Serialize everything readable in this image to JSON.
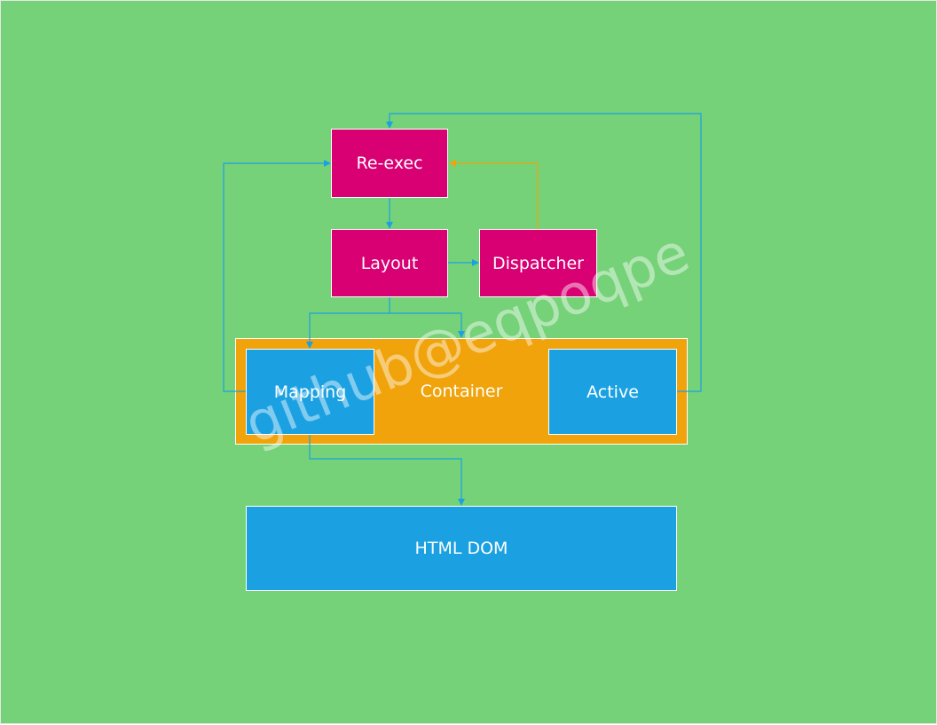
{
  "diagram": {
    "nodes": {
      "reexec": "Re-exec",
      "layout": "Layout",
      "dispatcher": "Dispatcher",
      "container": "Container",
      "mapping": "Mapping",
      "active": "Active",
      "html_dom": "HTML DOM"
    },
    "watermark": "github@eqpoqpe",
    "colors": {
      "background": "#76d278",
      "magenta": "#d80073",
      "blue": "#1ba1e2",
      "orange": "#f0a30a",
      "edge_blue": "#1ba1e2",
      "edge_orange": "#f0a30a"
    }
  }
}
